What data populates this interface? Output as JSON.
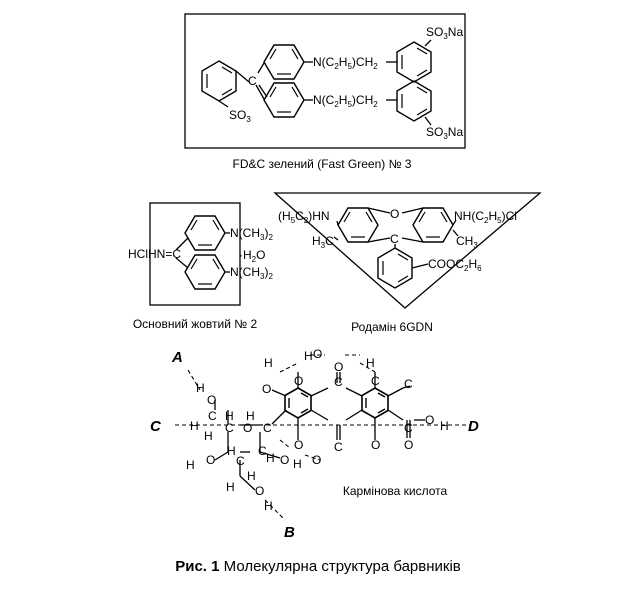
{
  "figure_caption": {
    "number": "Рис. 1",
    "text": "Молекулярна структура барвників"
  },
  "molecules": {
    "fast_green": {
      "name": "FD&C зелений (Fast Green)  № 3",
      "carbon": "C",
      "n_group": "N(C",
      "ch2": ")CH",
      "so3na": "SO",
      "na": "Na",
      "so3": "SO",
      "sub_2": "2",
      "sub_3": "3",
      "sub_5": "5"
    },
    "basic_yellow": {
      "name": "Основний жовтий  № 2",
      "hcl_hn": "HClHN=C",
      "n_ch3": "N(CH",
      "close": ")",
      "h2o": "·H",
      "o": "O",
      "sub_2": "2",
      "sub_3": "3"
    },
    "rhodamine": {
      "name": "Родамін 6GDN",
      "left_amine": "(H",
      "left_amine_c": "C",
      "left_amine_end": ")HN",
      "o": "O",
      "right_amine": "NH(C",
      "right_amine_end": ")Cl",
      "h3c": "H",
      "h3c_end": "C",
      "c": "C",
      "ch3": "CH",
      "cooc": "COOC",
      "h": "H",
      "sub_2": "2",
      "sub_3": "3",
      "sub_5": "5",
      "sub_6": "6"
    },
    "carminic_acid": {
      "name": "Кармінова кислота",
      "atom_h": "H",
      "atom_o": "O",
      "atom_c": "C",
      "points": {
        "a": "A",
        "b": "B",
        "c": "C",
        "d": "D"
      }
    }
  }
}
